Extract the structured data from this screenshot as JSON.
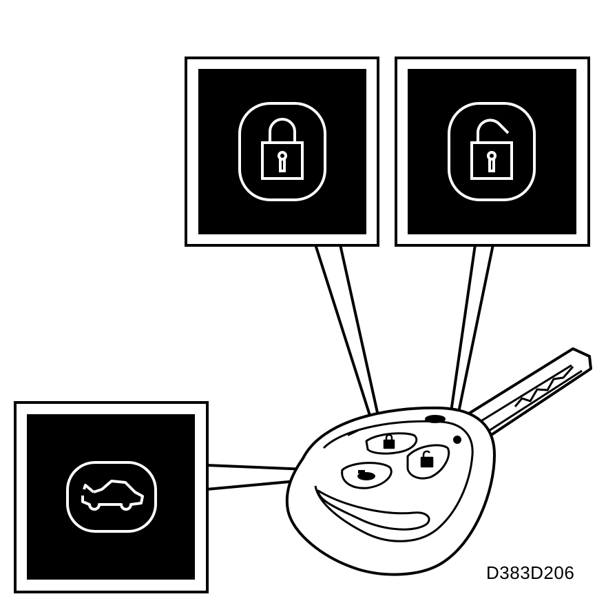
{
  "figure": {
    "code": "D383D206",
    "callouts": [
      {
        "id": "lock",
        "icon": "padlock-locked-icon"
      },
      {
        "id": "unlock",
        "icon": "padlock-unlocked-icon"
      },
      {
        "id": "trunk",
        "icon": "car-trunk-open-icon"
      }
    ]
  },
  "colors": {
    "ink": "#000000",
    "paper": "#ffffff"
  }
}
